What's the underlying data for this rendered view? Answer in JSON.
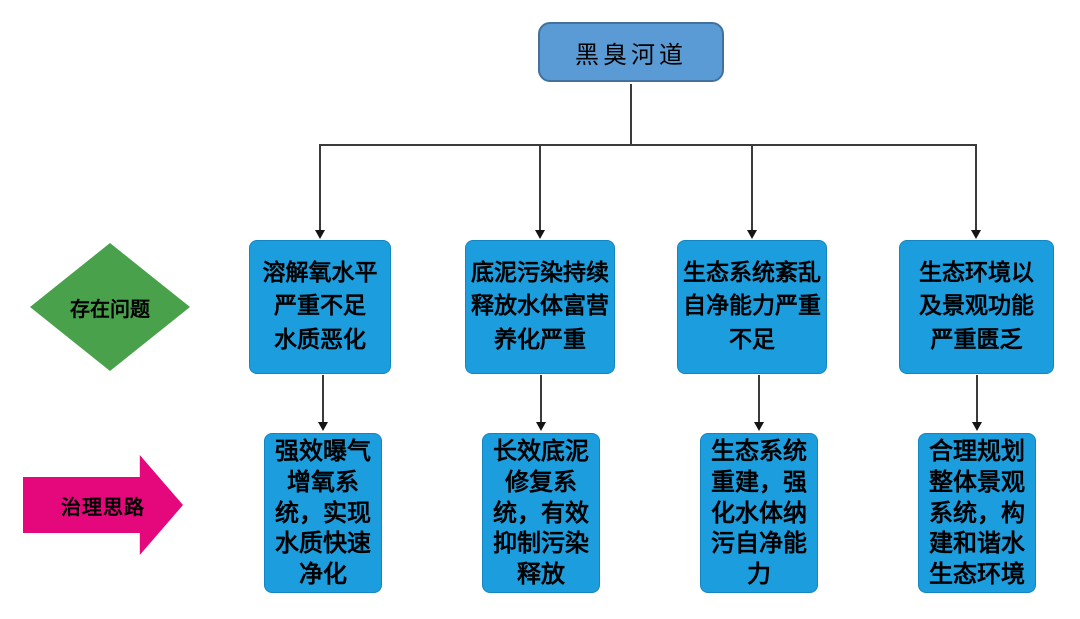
{
  "title_node": {
    "label": "黑臭河道"
  },
  "side_labels": {
    "problems": "存在问题",
    "solutions": "治理思路"
  },
  "problems": [
    {
      "label": "溶解氧水平\n严重不足\n水质恶化"
    },
    {
      "label": "底泥污染持续\n释放水体富营\n养化严重"
    },
    {
      "label": "生态系统紊乱\n自净能力严重\n不足"
    },
    {
      "label": "生态环境以\n及景观功能\n严重匮乏"
    }
  ],
  "solutions": [
    {
      "label": "强效曝气\n增氧系\n统，实现\n水质快速\n净化"
    },
    {
      "label": "长效底泥\n修复系\n统，有效\n抑制污染\n释放"
    },
    {
      "label": "生态系统\n重建，强\n化水体纳\n污自净能\n力"
    },
    {
      "label": "合理规划\n整体景观\n系统，构\n建和谐水\n生态环境"
    }
  ],
  "colors": {
    "root_fill": "#5B9BD5",
    "root_border": "#41719C",
    "box_blue": "#1B9DDE",
    "diamond_green": "#49A24B",
    "arrow_pink": "#E5087D",
    "connector": "#3B3B3B"
  }
}
